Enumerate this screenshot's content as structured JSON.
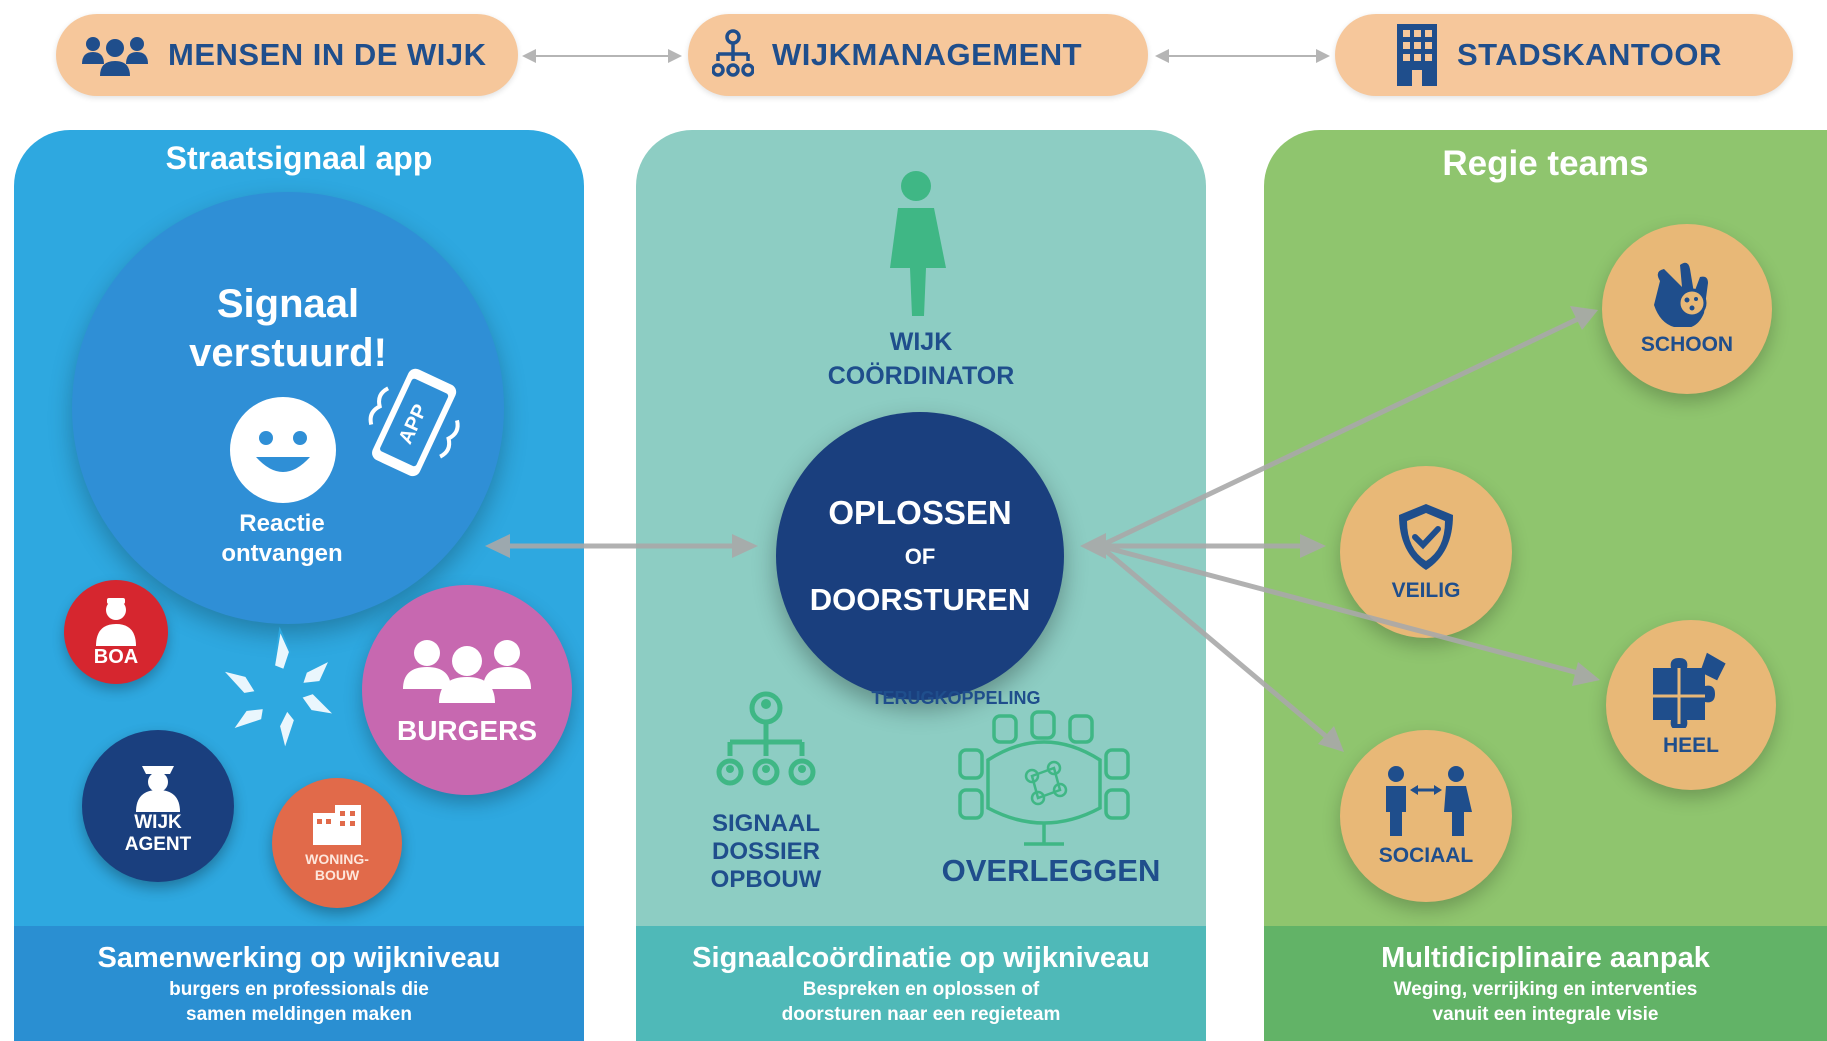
{
  "header": {
    "pills": [
      {
        "label": "MENSEN IN DE WIJK",
        "icon": "people-group-icon"
      },
      {
        "label": "WIJKMANAGEMENT",
        "icon": "org-chart-icon"
      },
      {
        "label": "STADSKANTOOR",
        "icon": "office-building-icon"
      }
    ]
  },
  "left_panel": {
    "title": "Straatsignaal app",
    "signal_title_line1": "Signaal",
    "signal_title_line2": "verstuurd!",
    "app_label": "APP",
    "reaction_line1": "Reactie",
    "reaction_line2": "ontvangen",
    "boa": "BOA",
    "burgers": "BURGERS",
    "wijkagent_line1": "WIJK",
    "wijkagent_line2": "AGENT",
    "woningbouw_line1": "WONING-",
    "woningbouw_line2": "BOUW",
    "footer_title": "Samenwerking op wijkniveau",
    "footer_sub_line1": "burgers en professionals die",
    "footer_sub_line2": "samen meldingen maken"
  },
  "middle_panel": {
    "coordinator_line1": "WIJK",
    "coordinator_line2": "COÖRDINATOR",
    "center_line1": "OPLOSSEN",
    "center_line2": "OF",
    "center_line3": "DOORSTUREN",
    "feedback": "TERUGKOPPELING",
    "dossier_line1": "SIGNAAL",
    "dossier_line2": "DOSSIER",
    "dossier_line3": "OPBOUW",
    "meeting": "OVERLEGGEN",
    "footer_title": "Signaalcoördinatie op wijkniveau",
    "footer_sub_line1": "Bespreken en oplossen of",
    "footer_sub_line2": "doorsturen naar een regieteam"
  },
  "right_panel": {
    "title": "Regie teams",
    "teams": {
      "schoon": "SCHOON",
      "veilig": "VEILIG",
      "heel": "HEEL",
      "sociaal": "SOCIAAL"
    },
    "footer_title": "Multidiciplinaire aanpak",
    "footer_sub_line1": "Weging, verrijking en interventies",
    "footer_sub_line2": "vanuit een integrale visie"
  },
  "colors": {
    "left_panel": "#2ea8e0",
    "left_footer": "#2a8fd2",
    "middle_panel": "#8dcdc3",
    "middle_footer": "#4fb9b8",
    "right_panel": "#8fc56e",
    "right_footer": "#62b367",
    "navy": "#1a3f7e",
    "gold": "#e8b877",
    "pill": "#f6c79b"
  }
}
